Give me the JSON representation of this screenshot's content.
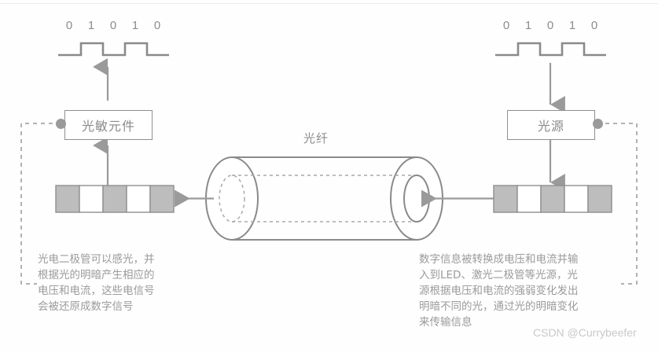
{
  "diagram": {
    "title_fiber": "光纤",
    "left": {
      "bits": [
        "0",
        "1",
        "0",
        "1",
        "0"
      ],
      "box_label": "光敏元件",
      "caption": "光电二极管可以感光，并\n根据光的明暗产生相应的\n电压和电流，这些电信号\n会被还原成数字信号",
      "signal_segments": [
        "on",
        "off",
        "on",
        "off",
        "on"
      ]
    },
    "right": {
      "bits": [
        "0",
        "1",
        "0",
        "1",
        "0"
      ],
      "box_label": "光源",
      "caption": "数字信息被转换成电压和电流并输\n入到LED、激光二极管等光源，光\n源根据电压和电流的强弱变化发出\n明暗不同的光，通过光的明暗变化\n来传输信息",
      "signal_segments": [
        "on",
        "off",
        "on",
        "off",
        "on"
      ]
    }
  },
  "watermark": {
    "text": "CSDN @Currybeefer"
  },
  "colors": {
    "stroke": "#8f8f8f",
    "fill_block": "#bdbdbd",
    "text": "#9b9b9b",
    "background": "#fefefe"
  }
}
